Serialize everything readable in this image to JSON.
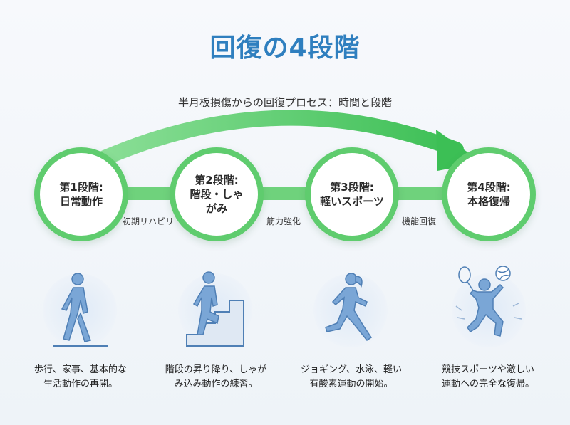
{
  "title": "回復の4段階",
  "subtitle": "半月板損傷からの回復プロセス：時間と段階",
  "stages": [
    {
      "label": "第1段階:\n日常動作",
      "icon": "walking-person-icon",
      "description": "歩行、家事、基本的な\n生活動作の再開。"
    },
    {
      "label": "第2段階:\n階段・しゃ\nがみ",
      "icon": "stairs-climbing-icon",
      "description": "階段の昇り降り、しゃが\nみ込み動作の練習。"
    },
    {
      "label": "第3段階:\n軽いスポーツ",
      "icon": "jogging-woman-icon",
      "description": "ジョギング、水泳、軽い\n有酸素運動の開始。"
    },
    {
      "label": "第4段階:\n本格復帰",
      "icon": "volleyball-player-icon",
      "description": "競技スポーツや激しい\n運動への完全な復帰。"
    }
  ],
  "connectors": [
    "初期リハビリ",
    "筋力強化",
    "機能回復"
  ],
  "colors": {
    "accent_green": "#5fcc6e",
    "title_blue": "#2f7fbf",
    "figure_blue": "#7aa6d6"
  }
}
